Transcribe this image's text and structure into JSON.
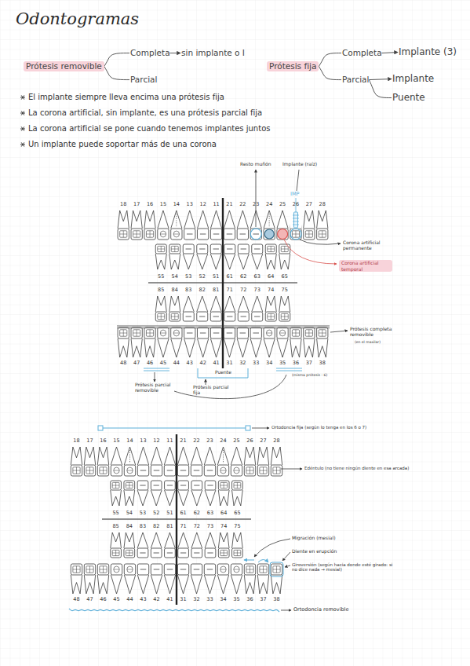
{
  "diagram": {
    "title": "Odontogramas",
    "nodes": [
      {
        "text": [
          "Prótesis removible"
        ]
      },
      {
        "text": [
          "Completa"
        ]
      },
      {
        "text": [
          "sin implante o I"
        ]
      },
      {
        "text": [
          "Parcial"
        ]
      },
      {
        "text": [
          "Prótesis fija"
        ]
      },
      {
        "text": [
          "Completa"
        ]
      },
      {
        "text": [
          "Implante (3)"
        ]
      },
      {
        "text": [
          "Parcial"
        ]
      },
      {
        "text": [
          "Implante"
        ]
      },
      {
        "text": [
          "Puente"
        ]
      },
      {
        "text": [
          "Corona artificial temporal"
        ]
      }
    ],
    "edges": [
      {
        "from": 0,
        "to": 1,
        "arrow": "none"
      },
      {
        "from": 1,
        "to": 2,
        "arrow": "to"
      },
      {
        "from": 0,
        "to": 3,
        "arrow": "none"
      },
      {
        "from": 4,
        "to": 5,
        "arrow": "none"
      },
      {
        "from": 5,
        "to": 6,
        "arrow": "to"
      },
      {
        "from": 4,
        "to": 7,
        "arrow": "none"
      },
      {
        "from": 7,
        "to": 8,
        "arrow": "to"
      },
      {
        "from": 7,
        "to": 9,
        "arrow": "none"
      }
    ],
    "labels": [
      "El implante siempre lleva encima una prótesis fija",
      "La corona artificial, sin implante, es una prótesis parcial fija",
      "La corona artificial se pone cuando tenemos implantes juntos",
      "Un implante puede soportar más de una corona",
      "Resto muñón",
      "Implante (raíz)",
      "IMP",
      "Corona artificial permanente",
      "Prótesis completa removible",
      "(en el maxilar)",
      "Puente",
      "Prótesis parcial removible",
      "Prótesis parcial fija",
      "(misma prótesis - 6)",
      "Ortodoncia fija (según lo tenga en los 6 o 7)",
      "Edéntulo (no tiene ningún diente en esa arcada)",
      "Migración (mesial)",
      "Diente en erupción",
      "Giroversión (según hacia donde esté girado: si no dice nada → mesial)",
      "Ortodoncia removible",
      "18",
      "17",
      "16",
      "15",
      "14",
      "13",
      "12",
      "11",
      "21",
      "22",
      "23",
      "24",
      "25",
      "26",
      "27",
      "28",
      "55",
      "54",
      "53",
      "52",
      "51",
      "61",
      "62",
      "63",
      "64",
      "65",
      "85",
      "84",
      "83",
      "82",
      "81",
      "71",
      "72",
      "73",
      "74",
      "75",
      "48",
      "47",
      "46",
      "45",
      "44",
      "43",
      "42",
      "41",
      "31",
      "32",
      "33",
      "34",
      "35",
      "36",
      "37",
      "38",
      "18",
      "17",
      "16",
      "15",
      "14",
      "13",
      "12",
      "11",
      "21",
      "22",
      "23",
      "24",
      "25",
      "26",
      "27",
      "28",
      "55",
      "54",
      "53",
      "52",
      "51",
      "61",
      "62",
      "63",
      "64",
      "65",
      "85",
      "84",
      "83",
      "82",
      "81",
      "71",
      "72",
      "73",
      "74",
      "75",
      "48",
      "47",
      "46",
      "45",
      "44",
      "43",
      "42",
      "41",
      "31",
      "32",
      "33",
      "34",
      "35",
      "36",
      "37",
      "38"
    ]
  }
}
